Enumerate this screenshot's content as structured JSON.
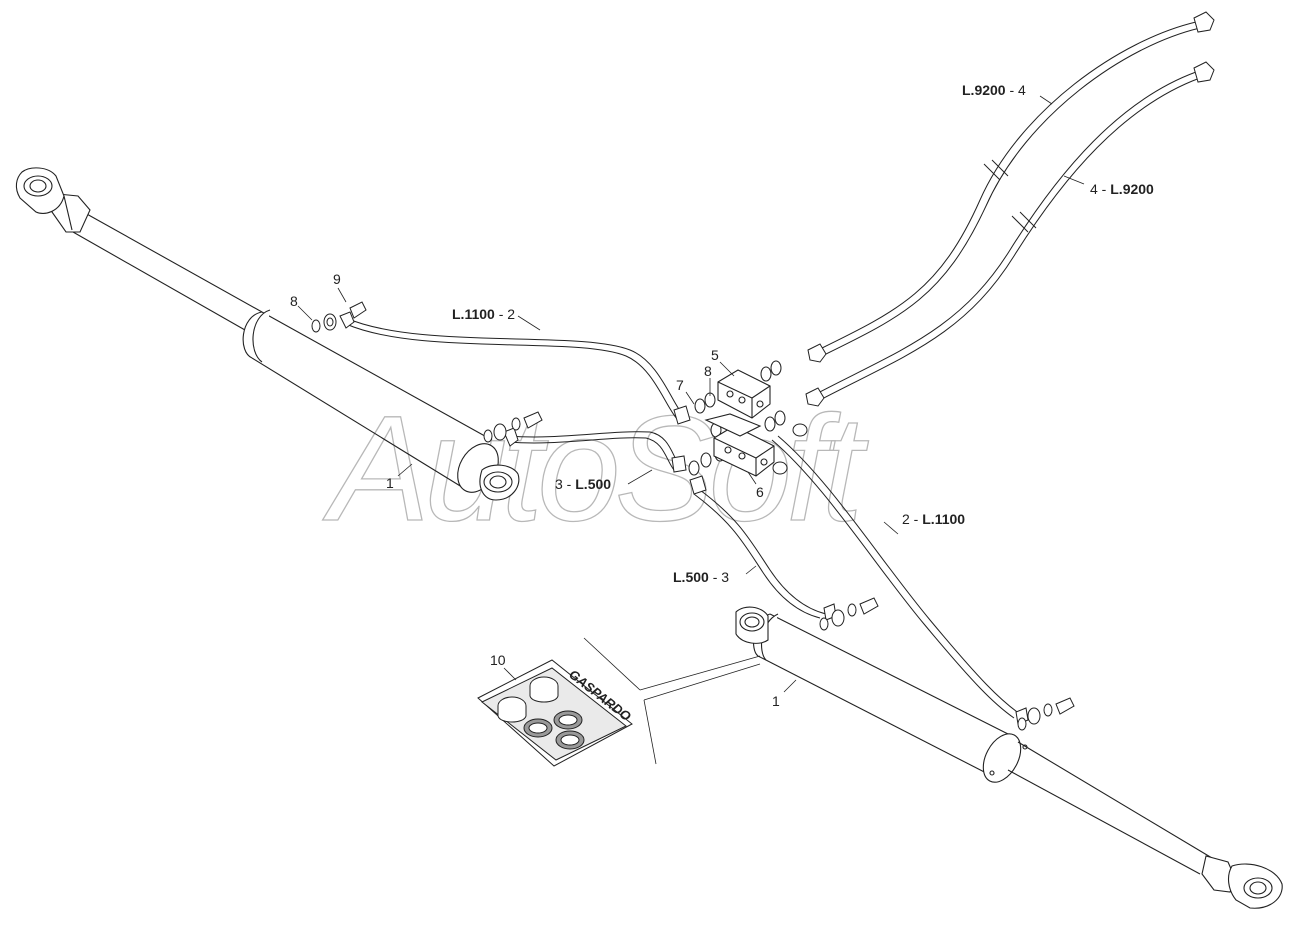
{
  "watermark": "AutoSoft",
  "kit_brand": "GASPARDO",
  "part_numbers": [
    "1",
    "1",
    "5",
    "6",
    "7",
    "8",
    "8",
    "9",
    "10"
  ],
  "hose_labels": [
    {
      "length": "L.9200",
      "sep": " - ",
      "item": "4"
    },
    {
      "item": "4",
      "sep": " - ",
      "length": "L.9200"
    },
    {
      "length": "L.1100",
      "sep": " - ",
      "item": "2"
    },
    {
      "item": "2",
      "sep": " - ",
      "length": "L.1100"
    },
    {
      "item": "3",
      "sep": " - ",
      "length": "L.500"
    },
    {
      "length": "L.500",
      "sep": " - ",
      "item": "3"
    }
  ]
}
